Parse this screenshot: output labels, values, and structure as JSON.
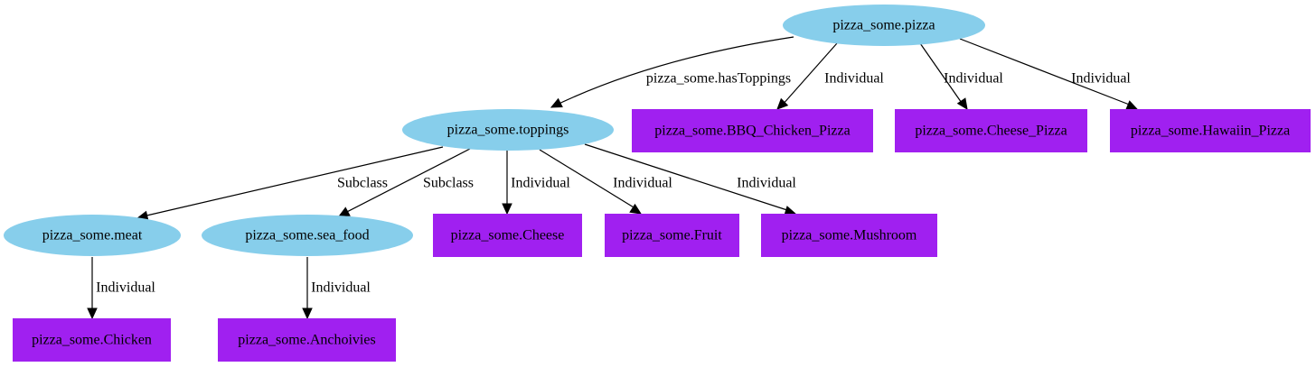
{
  "colors": {
    "class_node": "#87ceeb",
    "individual_node": "#a020f0",
    "edge": "#000000",
    "text": "#000000"
  },
  "nodes": [
    {
      "id": "pizza",
      "label": "pizza_some.pizza",
      "kind": "class"
    },
    {
      "id": "toppings",
      "label": "pizza_some.toppings",
      "kind": "class"
    },
    {
      "id": "bbq",
      "label": "pizza_some.BBQ_Chicken_Pizza",
      "kind": "individual"
    },
    {
      "id": "cheese_pizza",
      "label": "pizza_some.Cheese_Pizza",
      "kind": "individual"
    },
    {
      "id": "hawaiin",
      "label": "pizza_some.Hawaiin_Pizza",
      "kind": "individual"
    },
    {
      "id": "meat",
      "label": "pizza_some.meat",
      "kind": "class"
    },
    {
      "id": "sea_food",
      "label": "pizza_some.sea_food",
      "kind": "class"
    },
    {
      "id": "cheese",
      "label": "pizza_some.Cheese",
      "kind": "individual"
    },
    {
      "id": "fruit",
      "label": "pizza_some.Fruit",
      "kind": "individual"
    },
    {
      "id": "mushroom",
      "label": "pizza_some.Mushroom",
      "kind": "individual"
    },
    {
      "id": "chicken",
      "label": "pizza_some.Chicken",
      "kind": "individual"
    },
    {
      "id": "anchoivies",
      "label": "pizza_some.Anchoivies",
      "kind": "individual"
    }
  ],
  "edges": [
    {
      "id": "e1",
      "from": "pizza",
      "to": "toppings",
      "label": "pizza_some.hasToppings"
    },
    {
      "id": "e2",
      "from": "pizza",
      "to": "bbq",
      "label": "Individual"
    },
    {
      "id": "e3",
      "from": "pizza",
      "to": "cheese_pizza",
      "label": "Individual"
    },
    {
      "id": "e4",
      "from": "pizza",
      "to": "hawaiin",
      "label": "Individual"
    },
    {
      "id": "e5",
      "from": "toppings",
      "to": "meat",
      "label": "Subclass"
    },
    {
      "id": "e6",
      "from": "toppings",
      "to": "sea_food",
      "label": "Subclass"
    },
    {
      "id": "e7",
      "from": "toppings",
      "to": "cheese",
      "label": "Individual"
    },
    {
      "id": "e8",
      "from": "toppings",
      "to": "fruit",
      "label": "Individual"
    },
    {
      "id": "e9",
      "from": "toppings",
      "to": "mushroom",
      "label": "Individual"
    },
    {
      "id": "e10",
      "from": "meat",
      "to": "chicken",
      "label": "Individual"
    },
    {
      "id": "e11",
      "from": "sea_food",
      "to": "anchoivies",
      "label": "Individual"
    }
  ]
}
